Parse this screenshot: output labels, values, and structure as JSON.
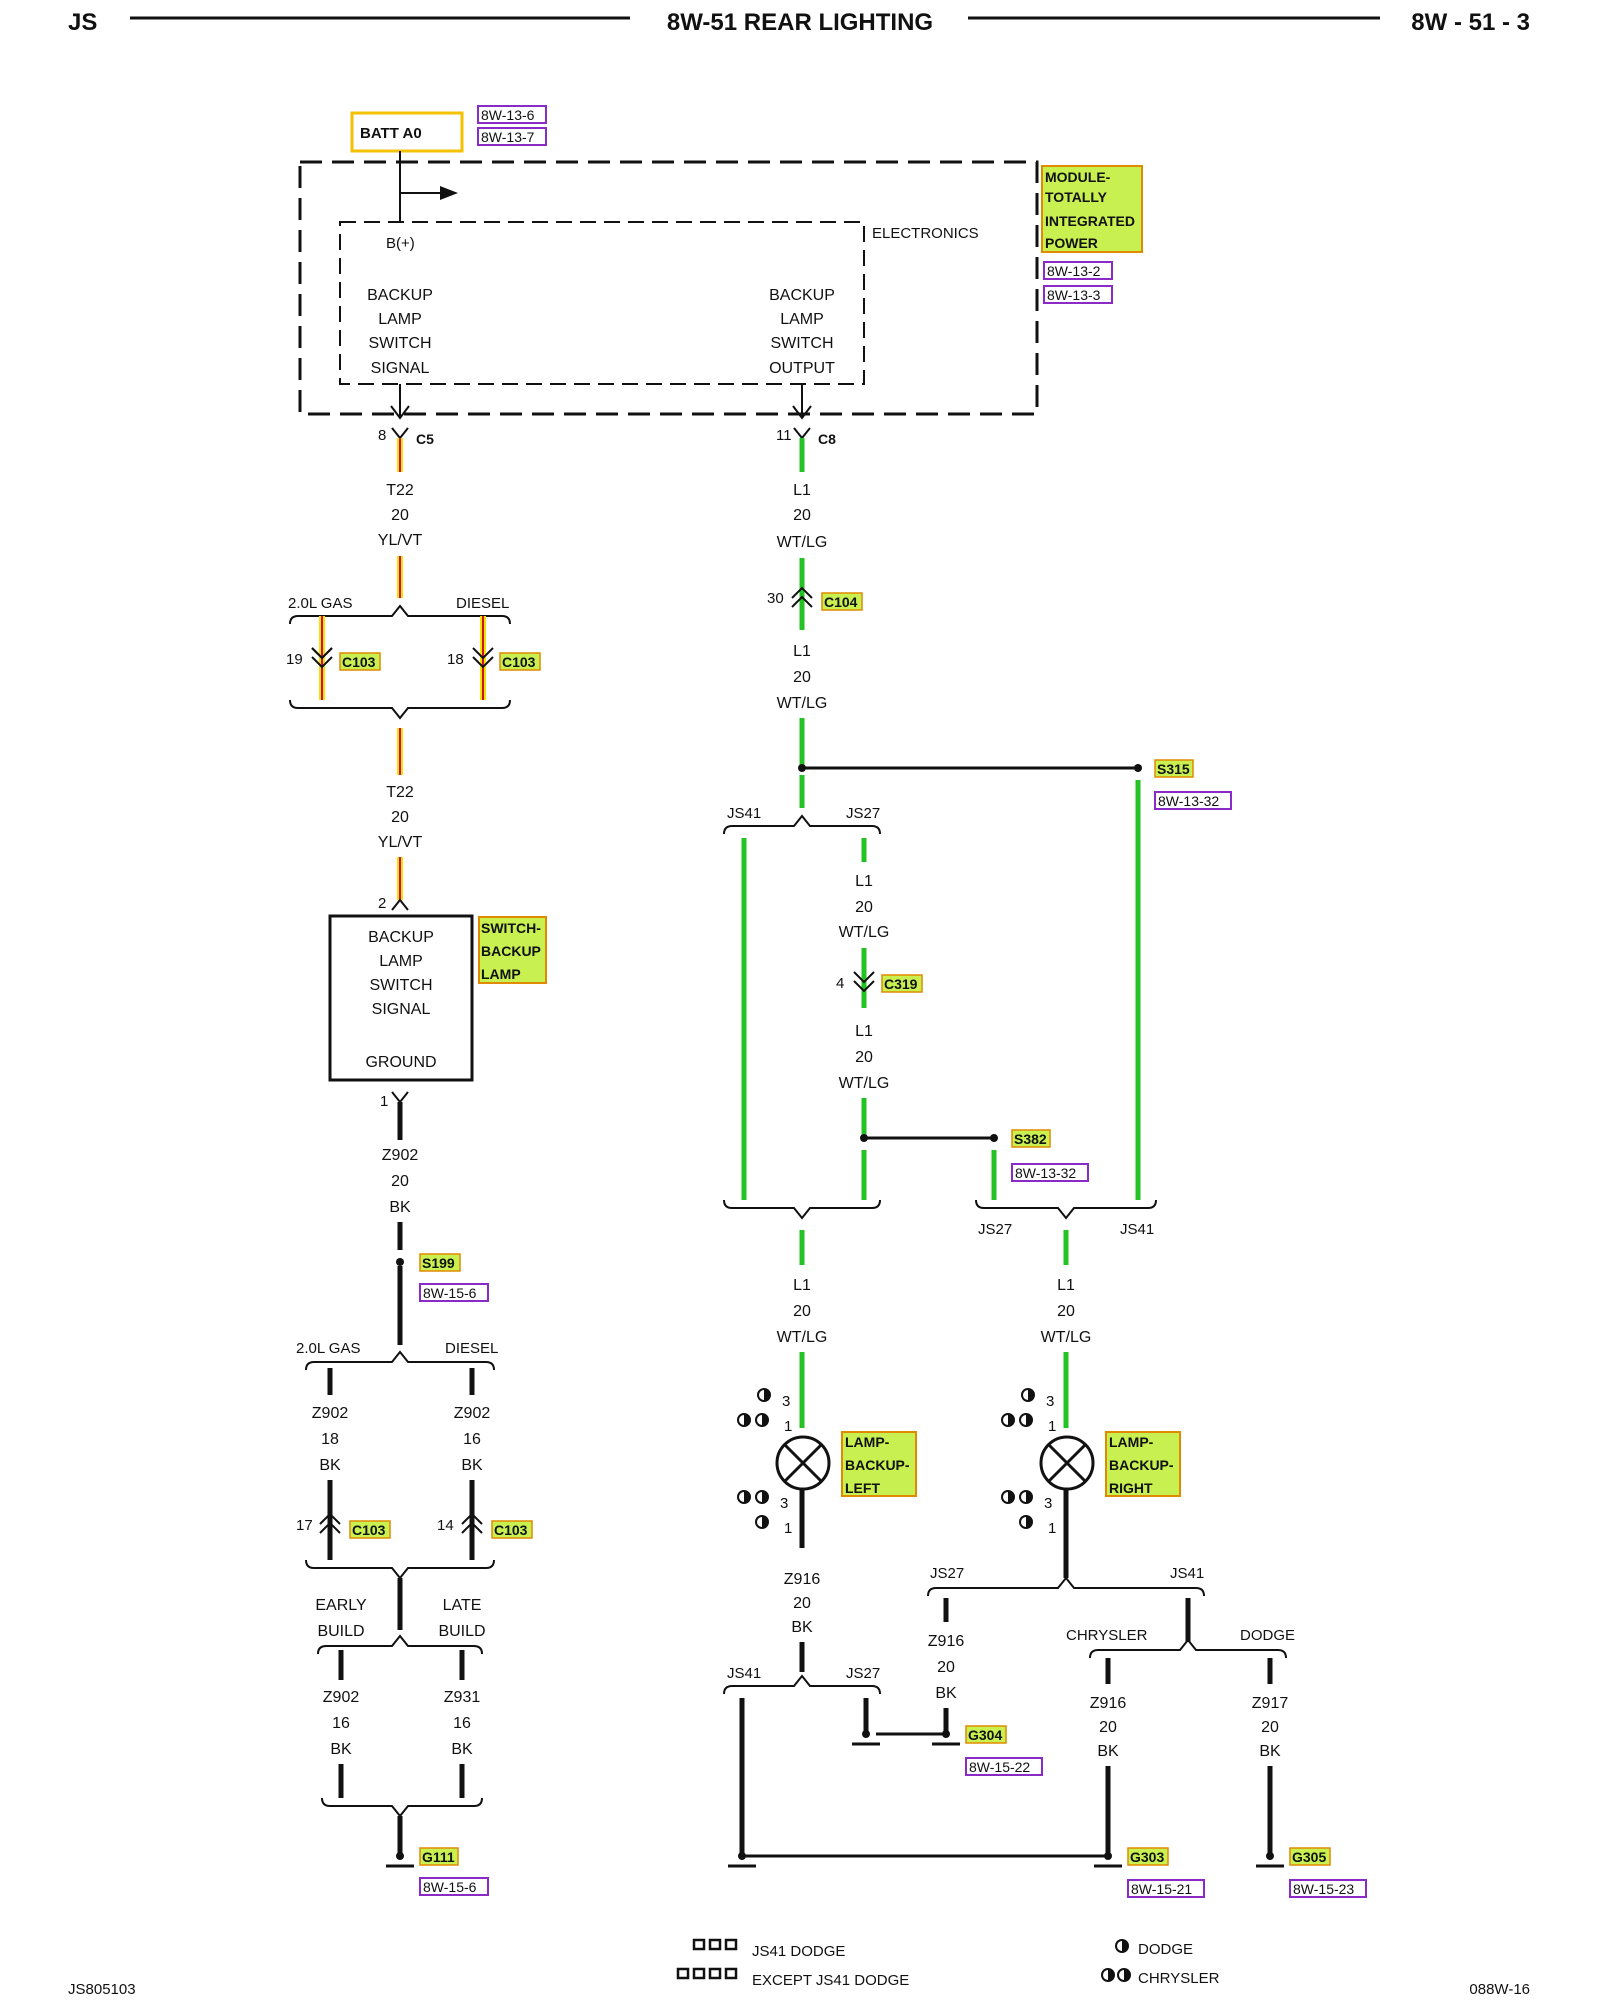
{
  "header": {
    "left": "JS",
    "title": "8W-51 REAR LIGHTING",
    "right": "8W - 51 - 3"
  },
  "footer": {
    "left": "JS805103",
    "right": "088W-16"
  },
  "power": {
    "label": "BATT A0",
    "refs": [
      "8W-13-6",
      "8W-13-7"
    ]
  },
  "module": {
    "name": [
      "MODULE-",
      "TOTALLY",
      "INTEGRATED",
      "POWER"
    ],
    "refs": [
      "8W-13-2",
      "8W-13-3"
    ],
    "electronics": "ELECTRONICS",
    "bplus": "B(+)",
    "in_signal": [
      "BACKUP",
      "LAMP",
      "SWITCH",
      "SIGNAL"
    ],
    "out_signal": [
      "BACKUP",
      "LAMP",
      "SWITCH",
      "OUTPUT"
    ]
  },
  "connectors": {
    "c5": {
      "pin": "8",
      "name": "C5"
    },
    "c8": {
      "pin": "11",
      "name": "C8"
    },
    "c104": {
      "pin": "30",
      "name": "C104"
    },
    "c103a": {
      "pin": "19",
      "name": "C103"
    },
    "c103b": {
      "pin": "18",
      "name": "C103"
    },
    "c103c": {
      "pin": "17",
      "name": "C103"
    },
    "c103d": {
      "pin": "14",
      "name": "C103"
    },
    "c319": {
      "pin": "4",
      "name": "C319"
    }
  },
  "wires": {
    "t22": [
      "T22",
      "20",
      "YL/VT"
    ],
    "l1": [
      "L1",
      "20",
      "WT/LG"
    ],
    "z902_20": [
      "Z902",
      "20",
      "BK"
    ],
    "z902_18": [
      "Z902",
      "18",
      "BK"
    ],
    "z902_16": [
      "Z902",
      "16",
      "BK"
    ],
    "z931_16": [
      "Z931",
      "16",
      "BK"
    ],
    "z916": [
      "Z916",
      "20",
      "BK"
    ],
    "z917": [
      "Z917",
      "20",
      "BK"
    ]
  },
  "options": {
    "gas": "2.0L GAS",
    "diesel": "DIESEL",
    "early": [
      "EARLY",
      "BUILD"
    ],
    "late": [
      "LATE",
      "BUILD"
    ],
    "js41": "JS41",
    "js27": "JS27",
    "chrysler": "CHRYSLER",
    "dodge": "DODGE"
  },
  "switch": {
    "pin_top": "2",
    "pin_bottom": "1",
    "text": [
      "BACKUP",
      "LAMP",
      "SWITCH",
      "SIGNAL"
    ],
    "ground": "GROUND",
    "name": [
      "SWITCH-",
      "BACKUP",
      "LAMP"
    ]
  },
  "splices": {
    "s315": {
      "name": "S315",
      "ref": "8W-13-32"
    },
    "s382": {
      "name": "S382",
      "ref": "8W-13-32"
    },
    "s199": {
      "name": "S199",
      "ref": "8W-15-6"
    }
  },
  "grounds": {
    "g111": {
      "name": "G111",
      "ref": "8W-15-6"
    },
    "g304": {
      "name": "G304",
      "ref": "8W-15-22"
    },
    "g303": {
      "name": "G303",
      "ref": "8W-15-21"
    },
    "g305": {
      "name": "G305",
      "ref": "8W-15-23"
    }
  },
  "lamps": {
    "left": [
      "LAMP-",
      "BACKUP-",
      "LEFT"
    ],
    "right": [
      "LAMP-",
      "BACKUP-",
      "RIGHT"
    ],
    "pins": {
      "p3": "3",
      "p1": "1"
    }
  },
  "legend": {
    "js41_dodge": "JS41 DODGE",
    "except_js41_dodge": "EXCEPT JS41 DODGE",
    "dodge": "DODGE",
    "chrysler": "CHRYSLER"
  },
  "colors": {
    "wire_black": "#111111",
    "wire_green": "#22c322",
    "wire_yellow": "#f2e600",
    "wire_violet": "#d10e3a",
    "label_fill": "#c8f050",
    "label_border": "#e08a00",
    "ref_border": "#8a2bc8"
  }
}
